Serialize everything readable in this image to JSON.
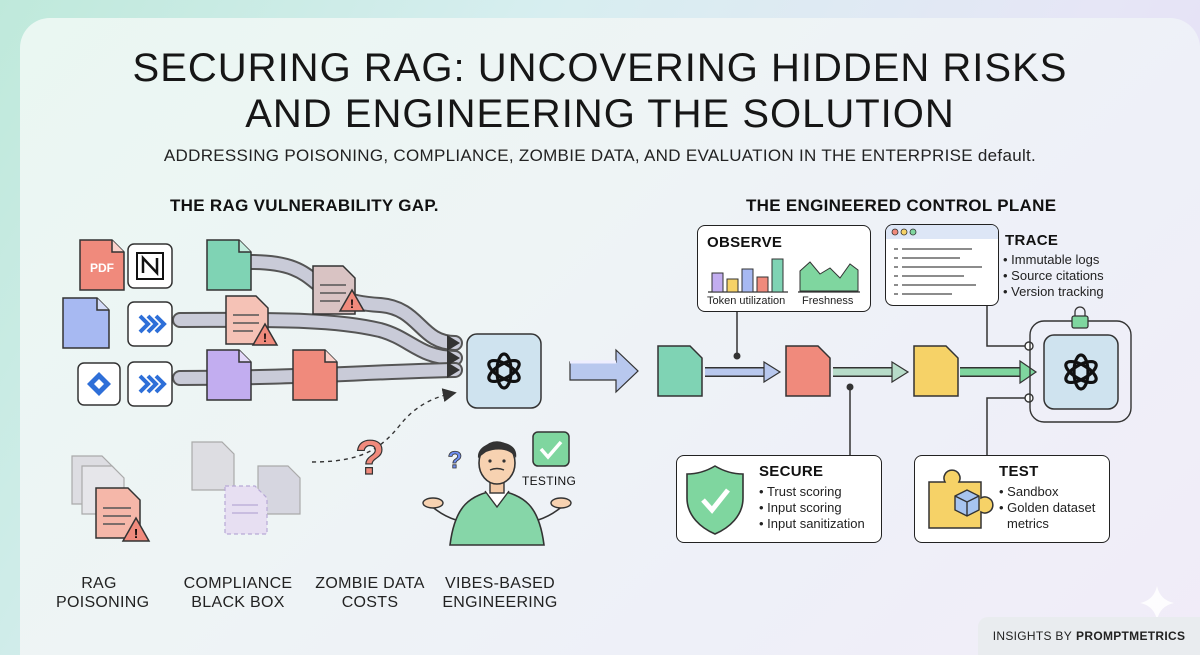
{
  "header": {
    "title_line1": "SECURING RAG: UNCOVERING HIDDEN RISKS",
    "title_line2": "AND ENGINEERING THE SOLUTION",
    "subtitle": "ADDRESSING POISONING, COMPLIANCE, ZOMBIE DATA, AND EVALUATION IN THE ENTERPRISE default."
  },
  "left": {
    "section_title": "THE RAG VULNERABILITY GAP.",
    "pdf_badge": "PDF",
    "testing_tag": "TESTING",
    "problems": [
      {
        "line1": "RAG",
        "line2": "POISONING"
      },
      {
        "line1": "COMPLIANCE",
        "line2": "BLACK BOX"
      },
      {
        "line1": "ZOMBIE DATA",
        "line2": "COSTS"
      },
      {
        "line1": "VIBES-BASED",
        "line2": "ENGINEERING"
      }
    ]
  },
  "right": {
    "section_title": "THE ENGINEERED CONTROL PLANE",
    "observe": {
      "title": "OBSERVE",
      "label_a": "Token utilization",
      "label_b": "Freshness"
    },
    "trace": {
      "title": "TRACE",
      "items": [
        "Immutable logs",
        "Source citations",
        "Version tracking"
      ]
    },
    "secure": {
      "title": "SECURE",
      "items": [
        "Trust scoring",
        "Input scoring",
        "Input sanitization"
      ]
    },
    "test": {
      "title": "TEST",
      "items": [
        "Sandbox",
        "Golden dataset",
        "metrics"
      ]
    }
  },
  "footer": {
    "prefix": "INSIGHTS BY",
    "brand": "PROMPTMETRICS"
  },
  "colors": {
    "teal": "#7fd3b4",
    "red": "#f08a7c",
    "purple": "#c2adf0",
    "blue": "#a7b9f2",
    "yellow": "#f6d267",
    "green": "#7fd69f"
  }
}
